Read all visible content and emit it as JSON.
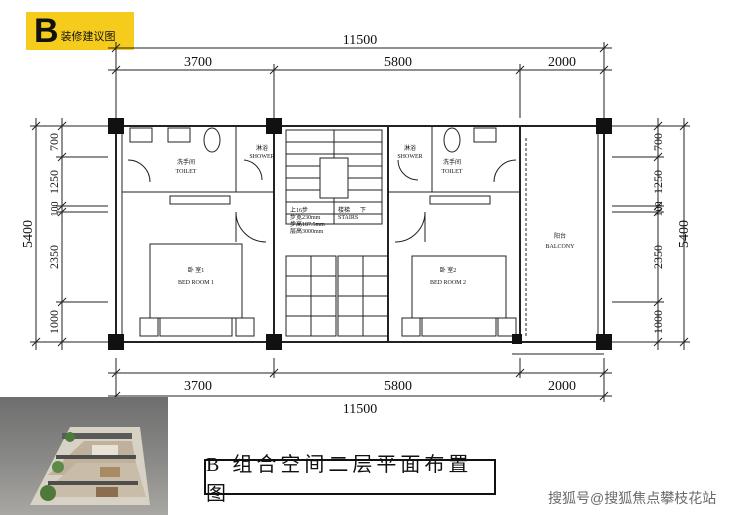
{
  "badge": {
    "letter": "B",
    "text": "装修建议图"
  },
  "dimensions": {
    "total": "11500",
    "segments": [
      "3700",
      "5800",
      "2000"
    ],
    "depth_total": "5400",
    "left_segments": [
      "700",
      "1250",
      "100",
      "2350",
      "1000"
    ],
    "right_segments": [
      "700",
      "1250",
      "100",
      "2350",
      "1000"
    ]
  },
  "rooms": {
    "toilet_left": {
      "zh": "洗手间",
      "en": "TOILET"
    },
    "shower_left": {
      "zh": "淋浴",
      "en": "SHOWER"
    },
    "toilet_right": {
      "zh": "洗手间",
      "en": "TOILET"
    },
    "shower_right": {
      "zh": "淋浴",
      "en": "SHOWER"
    },
    "stairs": {
      "zh": "楼梯",
      "en": "STAIRS",
      "up": "上16步",
      "width": "步宽230mm",
      "height": "步高187.5mm",
      "floor_height": "层高3000mm",
      "marker": "下"
    },
    "bedroom1": {
      "zh": "卧 室1",
      "en": "BED ROOM 1"
    },
    "bedroom2": {
      "zh": "卧 室2",
      "en": "BED ROOM 2"
    },
    "balcony": {
      "zh": "阳台",
      "en": "BALCONY"
    }
  },
  "caption": "B 组合空间二层平面布置图",
  "watermark": "搜狐号@搜狐焦点攀枝花站",
  "colors": {
    "badge": "#f5cc1b",
    "column": "#111111",
    "line": "#222222"
  }
}
